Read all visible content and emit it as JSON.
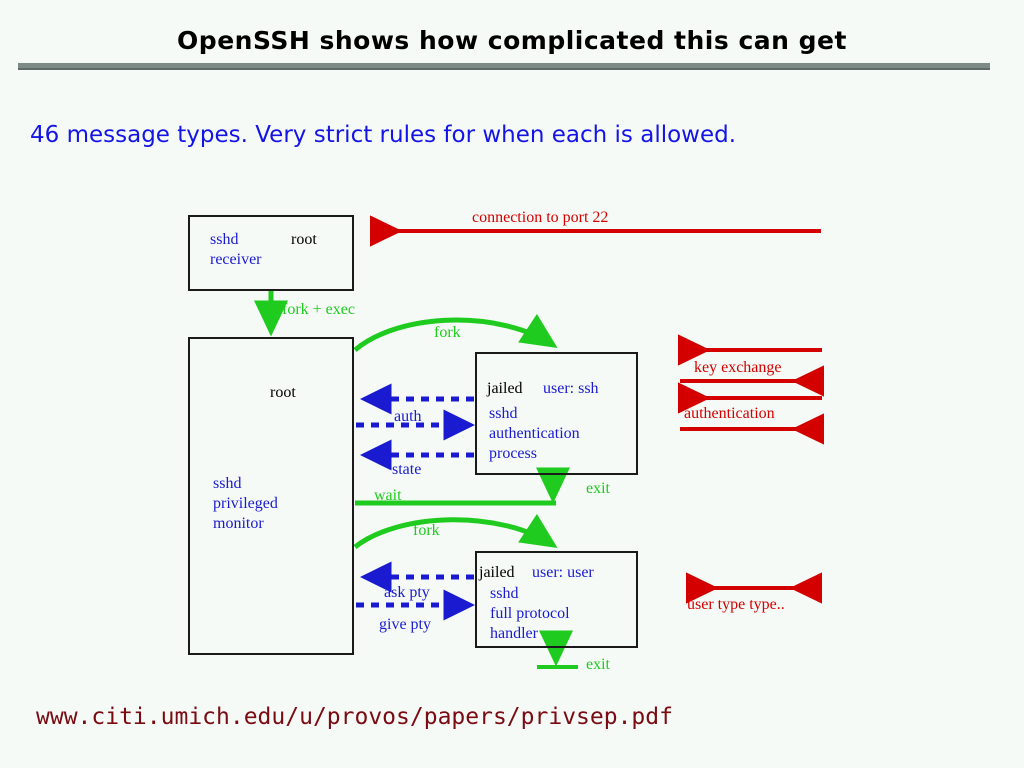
{
  "slide": {
    "title": "OpenSSH shows how complicated this can get",
    "subtitle": "46 message types.  Very strict rules for when each is allowed.",
    "url": "www.citi.umich.edu/u/provos/papers/privsep.pdf",
    "background_color": "#f5faf6",
    "rule_color": "#7d8a85"
  },
  "colors": {
    "blue": "#1a1ad0",
    "black": "#000000",
    "green": "#1ecb1e",
    "red": "#d40000",
    "url_red": "#7a0b12",
    "subtitle_blue": "#1414e6"
  },
  "boxes": {
    "receiver": {
      "name_blue": "sshd",
      "role_black": "root",
      "line2_blue": "receiver"
    },
    "monitor": {
      "role_black": "root",
      "line1_blue": "sshd",
      "line2_blue": "privileged",
      "line3_blue": "monitor"
    },
    "auth_process": {
      "jail_black": "jailed",
      "user_blue": "user: ssh",
      "line1_blue": "sshd",
      "line2_blue": "authentication",
      "line3_blue": "process"
    },
    "protocol_handler": {
      "jail_black": "jailed",
      "user_blue": "user: user",
      "line1_blue": "sshd",
      "line2_blue": "full protocol",
      "line3_blue": "handler"
    }
  },
  "green_labels": {
    "fork_exec": "fork + exec",
    "fork_top": "fork",
    "fork_bottom": "fork",
    "wait": "wait",
    "exit_top": "exit",
    "exit_bottom": "exit"
  },
  "blue_labels": {
    "auth": "auth",
    "state": "state",
    "ask_pty": "ask pty",
    "give_pty": "give pty"
  },
  "red_labels": {
    "connection": "connection to port 22",
    "key_exchange": "key exchange",
    "authentication": "authentication",
    "user_type": "user type type.."
  }
}
